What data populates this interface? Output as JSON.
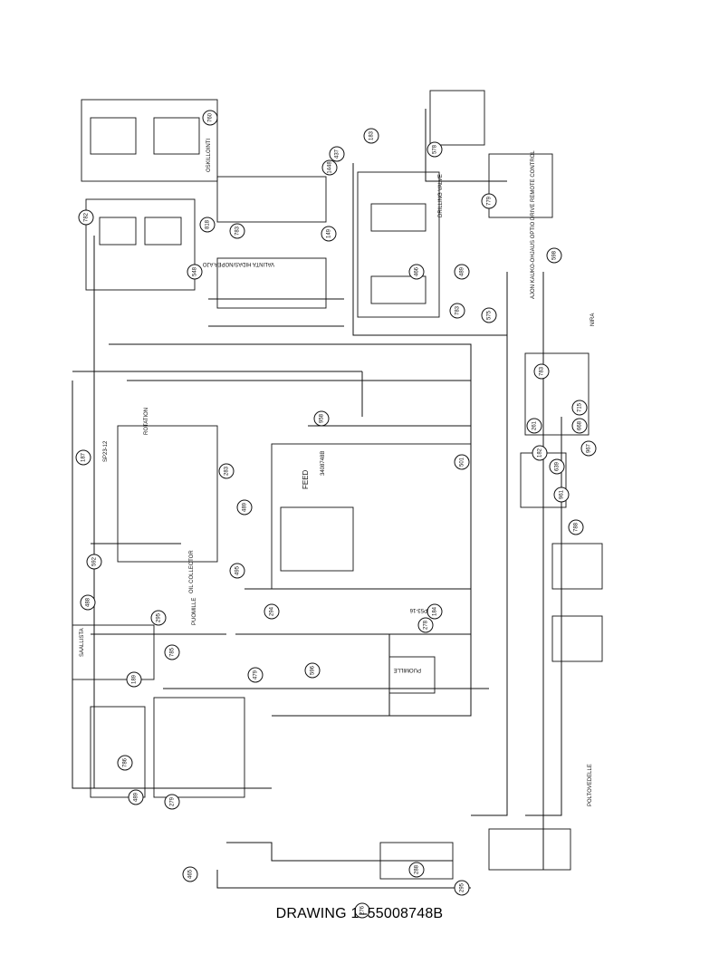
{
  "drawing_caption": "DRAWING 1–55008748B",
  "labels": {
    "oskillointi": "OSKILLOINTI",
    "valinta": "VALINTA HIDAS/NOPEA AJO",
    "ajon": "AJON KAUKO-OHJAUS OPTIO DRIVE REMOTE CONTROL",
    "drilling_valve": "DRILLING VALVE",
    "rotation": "ROTATION",
    "feed": "FEED",
    "puomille_1": "PUOMILLE",
    "puomille_2": "PUOMILLE",
    "poltovedelle": "POLTOVEDELLE",
    "nira": "NIRA",
    "sp53": "SP53-16",
    "sp23": "SP23-12",
    "oil_collector": "OIL COLLECTOR",
    "saallista": "SAALLISTA",
    "part_no": "3408748B"
  },
  "bubbles": [
    "782",
    "760",
    "437",
    "1448",
    "183",
    "578",
    "548",
    "149",
    "818",
    "783",
    "466",
    "489",
    "779",
    "598",
    "783",
    "575",
    "261",
    "783",
    "715",
    "668",
    "967",
    "639",
    "788",
    "958",
    "187",
    "495",
    "501",
    "182",
    "961",
    "592",
    "488",
    "295",
    "785",
    "189",
    "786",
    "489",
    "279",
    "294",
    "479",
    "596",
    "278",
    "184",
    "465",
    "276",
    "295",
    "288",
    "283",
    "489"
  ]
}
